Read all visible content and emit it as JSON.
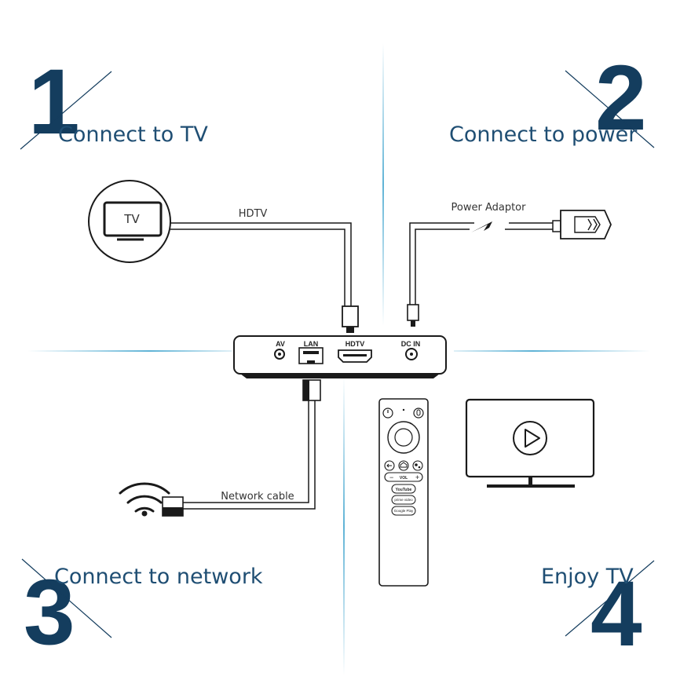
{
  "steps": [
    {
      "number": "1",
      "title": "Connect to TV"
    },
    {
      "number": "2",
      "title": "Connect to power"
    },
    {
      "number": "3",
      "title": "Connect to network"
    },
    {
      "number": "4",
      "title": "Enjoy TV"
    }
  ],
  "labels": {
    "hdtv_cable": "HDTV",
    "power_adaptor": "Power Adaptor",
    "network_cable": "Network cable",
    "tv_icon_text": "TV"
  },
  "ports": {
    "av": "AV",
    "lan": "LAN",
    "hdtv": "HDTV",
    "dc_in": "DC IN"
  },
  "remote": {
    "vol": "VOL",
    "youtube": "YouTube",
    "prime_video": "prime video",
    "google_play": "Google Play"
  },
  "colors": {
    "accent_dark": "#143d5e",
    "title": "#1f4e73",
    "divider": "#5fb3d6",
    "line": "#1a1a1a"
  },
  "icons": [
    "tv-icon",
    "lightning-icon",
    "power-plug-icon",
    "wifi-icon",
    "rj45-plug-icon",
    "hdmi-plug-icon",
    "dc-plug-icon",
    "play-icon",
    "remote-control-icon",
    "power-icon",
    "mic-icon",
    "home-icon",
    "back-icon",
    "assistant-icon"
  ]
}
